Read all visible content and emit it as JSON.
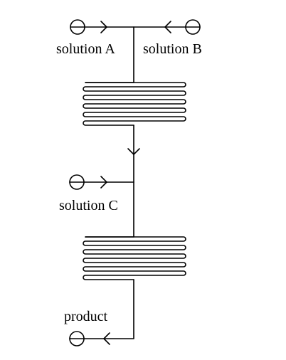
{
  "diagram": {
    "line_color": "#000000",
    "background": "#ffffff",
    "labels": {
      "solution_a": "solution A",
      "solution_b": "solution B",
      "solution_c": "solution C",
      "product": "product"
    },
    "flow_nodes": {
      "solution_a": "circle-inlet",
      "solution_b": "circle-inlet",
      "solution_c": "circle-inlet",
      "product": "circle-outlet"
    },
    "reactors": {
      "count": 2,
      "channel_passes": 5
    }
  }
}
